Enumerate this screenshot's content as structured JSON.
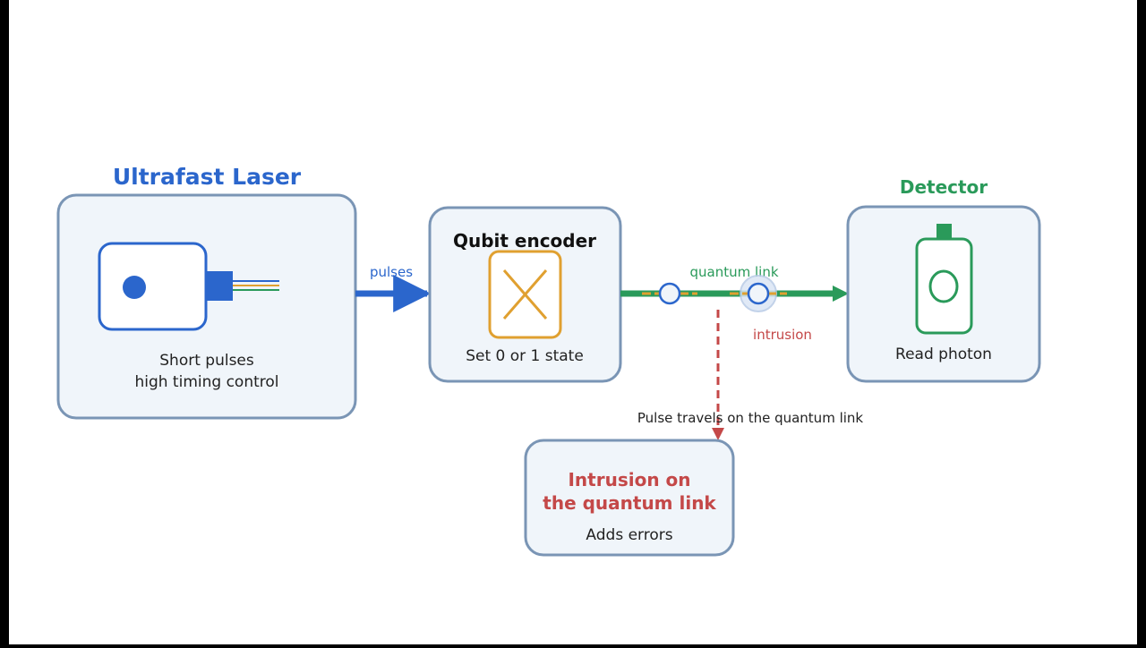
{
  "laser": {
    "title": "Ultrafast Laser",
    "caption_line1": "Short pulses",
    "caption_line2": "high timing control"
  },
  "encoder": {
    "title": "Qubit encoder",
    "caption": "Set 0 or 1 state"
  },
  "detector": {
    "title": "Detector",
    "caption": "Read photon"
  },
  "links": {
    "pulses_label": "pulses",
    "quantum_link_label": "quantum link",
    "intrusion_label": "intrusion",
    "travel_label": "Pulse travels on the quantum link"
  },
  "intrusion_box": {
    "title_line1": "Intrusion on",
    "title_line2": "the quantum link",
    "caption": "Adds errors"
  },
  "colors": {
    "blue": "#2b66cc",
    "green": "#2a9a5a",
    "red": "#c44848",
    "orange": "#e0a030",
    "box_fill": "#f0f5fa",
    "box_stroke": "#7a95b5"
  },
  "icons": [
    "laser-icon",
    "encoder-x-icon",
    "photon-detector-icon",
    "photon-pulse-icon"
  ]
}
